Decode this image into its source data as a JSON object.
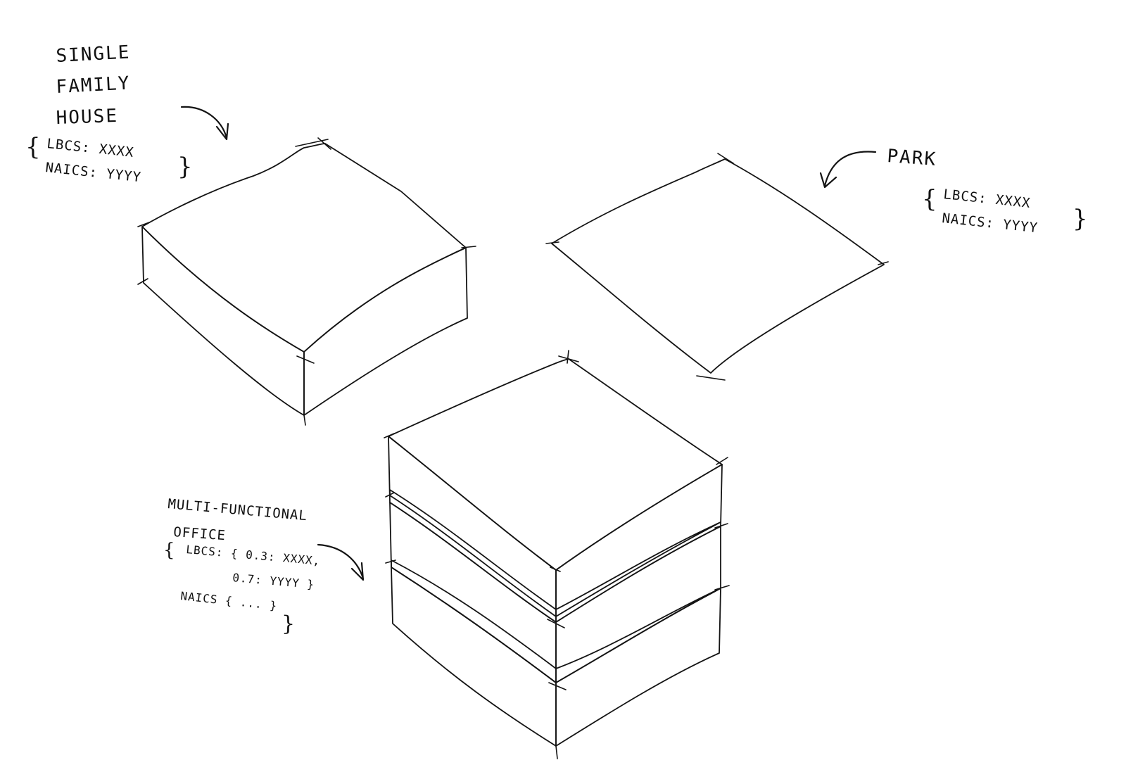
{
  "house": {
    "title_lines": [
      "SINGLE",
      "FAMILY",
      "HOUSE"
    ],
    "lbcs_line": "LBCS: XXXX",
    "naics_line": "NAICS: YYYY",
    "colors": {
      "top": "#FF6401",
      "left": "#FF9A55",
      "right": "#923800"
    }
  },
  "park": {
    "title": "PARK",
    "lbcs_line": "LBCS: XXXX",
    "naics_line": "NAICS: YYYY",
    "colors": {
      "top": "#80FF00"
    }
  },
  "office": {
    "title_lines": [
      "MULTI-FUNCTIONAL",
      "OFFICE"
    ],
    "lbcs_line": "LBCS: { 0.3: XXXX,",
    "lbcs_line2": "0.7: YYYY }",
    "naics_line": "NAICS { ... }",
    "colors": {
      "top": "#0595FB",
      "blue_left": "#6BC0FF",
      "blue_right": "#02568F",
      "pink_left": "#FF5BBD",
      "pink_right": "#86004F"
    }
  }
}
